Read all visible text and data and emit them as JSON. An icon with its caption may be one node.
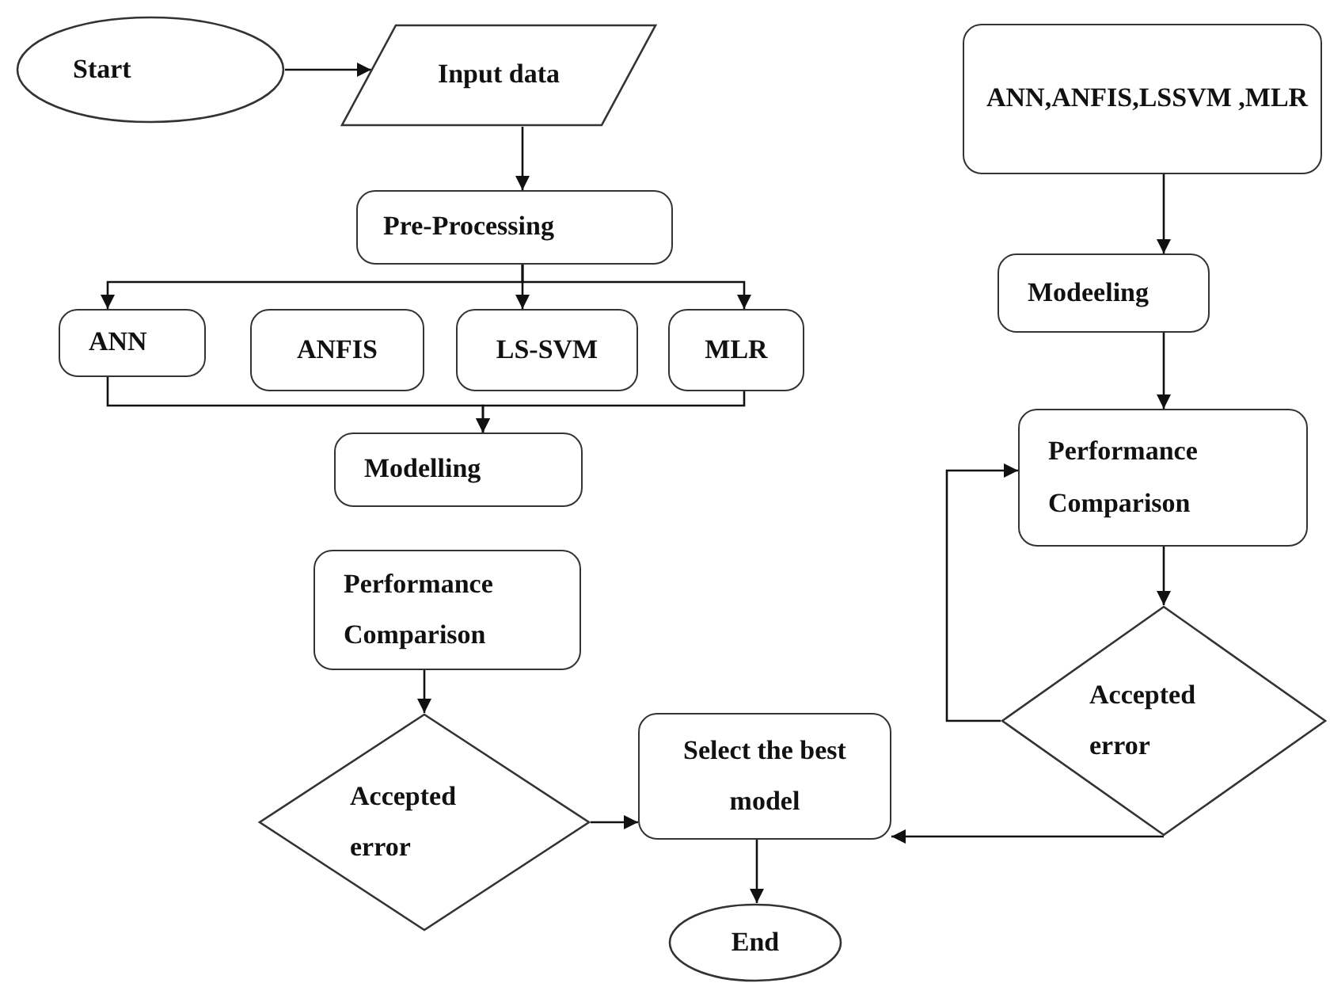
{
  "diagram": {
    "nodes": [
      {
        "text": [
          "Start"
        ]
      },
      {
        "text": [
          "Input data"
        ]
      },
      {
        "text": [
          "Pre-Processing"
        ]
      },
      {
        "text": [
          "ANN"
        ]
      },
      {
        "text": [
          "ANFIS"
        ]
      },
      {
        "text": [
          "LS-SVM"
        ]
      },
      {
        "text": [
          "MLR"
        ]
      },
      {
        "text": [
          "Modelling"
        ]
      },
      {
        "text": [
          "Performance Comparison"
        ]
      },
      {
        "text": [
          "Accepted error"
        ]
      },
      {
        "text": [
          "Select the best model"
        ]
      },
      {
        "text": [
          "End"
        ]
      },
      {
        "text": [
          "ANN,ANFIS,LSSVM ,MLR"
        ]
      },
      {
        "text": [
          "Modeeling"
        ]
      },
      {
        "text": [
          "Performance Comparison"
        ]
      },
      {
        "text": [
          "Accepted error"
        ]
      }
    ],
    "edges": [
      {
        "from": 0,
        "to": 1,
        "arrow": "to"
      },
      {
        "from": 1,
        "to": 2,
        "arrow": "to"
      },
      {
        "from": 2,
        "to": 3,
        "arrow": "to"
      },
      {
        "from": 2,
        "to": 5,
        "arrow": "to"
      },
      {
        "from": 2,
        "to": 6,
        "arrow": "to"
      },
      {
        "from": 3,
        "to": 7,
        "arrow": "to"
      },
      {
        "from": 6,
        "to": 7,
        "arrow": "to"
      },
      {
        "from": 8,
        "to": 9,
        "arrow": "to"
      },
      {
        "from": 9,
        "to": 10,
        "arrow": "to"
      },
      {
        "from": 10,
        "to": 11,
        "arrow": "to"
      },
      {
        "from": 12,
        "to": 13,
        "arrow": "to"
      },
      {
        "from": 13,
        "to": 14,
        "arrow": "to"
      },
      {
        "from": 14,
        "to": 15,
        "arrow": "to"
      },
      {
        "from": 15,
        "to": 14,
        "arrow": "to"
      },
      {
        "from": 15,
        "to": 10,
        "arrow": "to"
      }
    ]
  }
}
